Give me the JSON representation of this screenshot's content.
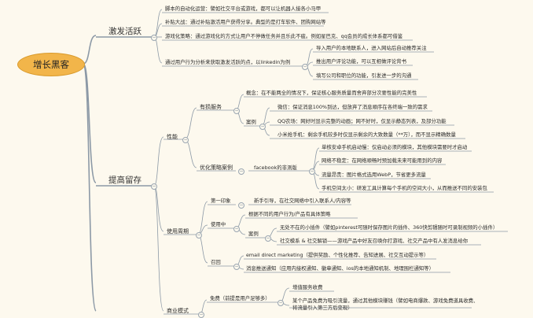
{
  "root": "增长黑客",
  "n1": {
    "label": "激发活跃",
    "c1": "脚本的自动化运营：譬如社交平台或游戏，都可以让机器人接各小马甲",
    "c2": "补贴大战：通过补贴激活用户获得分享。典型的是打车软件、团购网站等",
    "c3": "游戏化策略：通过游戏化的方式让用户不停做任务并且乐此不疲。例如星巴克、qq会员的成长体系都可借鉴",
    "c4": {
      "label": "通过用户行为分析来获取激发活跃的点，以linkedin为例",
      "items": [
        "导入用户的本地联系人，进入网站后自动推荐关注",
        "推出用户评论功能，可以互相做评论背书",
        "填写公司和职位的功能，引发进一步的沟通"
      ]
    }
  },
  "n2": {
    "label": "提高留存",
    "perf": {
      "label": "性能",
      "services": {
        "label": "有损服务",
        "concept": "概念：在不能两全的情况下，保证核心服务质量而舍弃部分次要性能的完美性",
        "case": {
          "label": "案例",
          "items": [
            "微信：保证消息100%到达，但放弃了消息顺序在各终端一致的需求",
            "QQ农场：网好时显示完整的动画；网不好时，仅显示静态列表，及部分功能",
            "小米抢手机：剩余手机较多时仅显示剩余的大致数量（**万），而不显示精确数量"
          ]
        }
      },
      "opt": {
        "label": "优化策略案例",
        "fb": "facebook的非测版",
        "items": [
          "单核安卓手机启动慢：仅启动必须的模块，其他模块需要时才启动",
          "网络不稳定：在网络顺畅时预加载未来可能用到的内容",
          "流量昂贵：图片格式选用WebP，节省更多流量",
          "手机空间太小：研发工具计算每个手机的空间大小，从而推送不同的安装包"
        ]
      }
    },
    "cycle": {
      "label": "使用周期",
      "first": {
        "label": "第一印象",
        "item": "新手引导，在社交网络中引入联系人/内容等"
      },
      "mid": {
        "label": "使用中",
        "policy": "根据不同的用户行为/产品有具体策略",
        "case": {
          "label": "案例",
          "items": [
            "无处不在的小插件（譬如pinterest可随时保存图片的插件、360快剪辑随时可录制视频的小插件）",
            "社交模系 & 社交解锁——游戏产品中好友召唤你打游戏、社交产品中有人发消息给你"
          ]
        }
      },
      "recall": {
        "label": "召回",
        "items": [
          "email direct marketing（提供奖励、个性化推荐、告知进展、社交互动提示等）",
          "消息推送通知（应用内接权通知、徽章通知、ios的本地通知机制、地理围栏通知等）"
        ]
      }
    }
  },
  "n3": {
    "biz": "商业模式",
    "free": {
      "label": "免费（前提是用户足够多）",
      "items": [
        "增值服务收费",
        "某个产品免费为吸引流量，通过其他模块赚钱（譬如电商爆款、游戏免费道具收费、",
        "将流量引入第三方后变现）"
      ]
    }
  },
  "colors": {
    "line": "#8c99a6",
    "root": "#f2b54a",
    "bg": "#fdf9ee"
  }
}
